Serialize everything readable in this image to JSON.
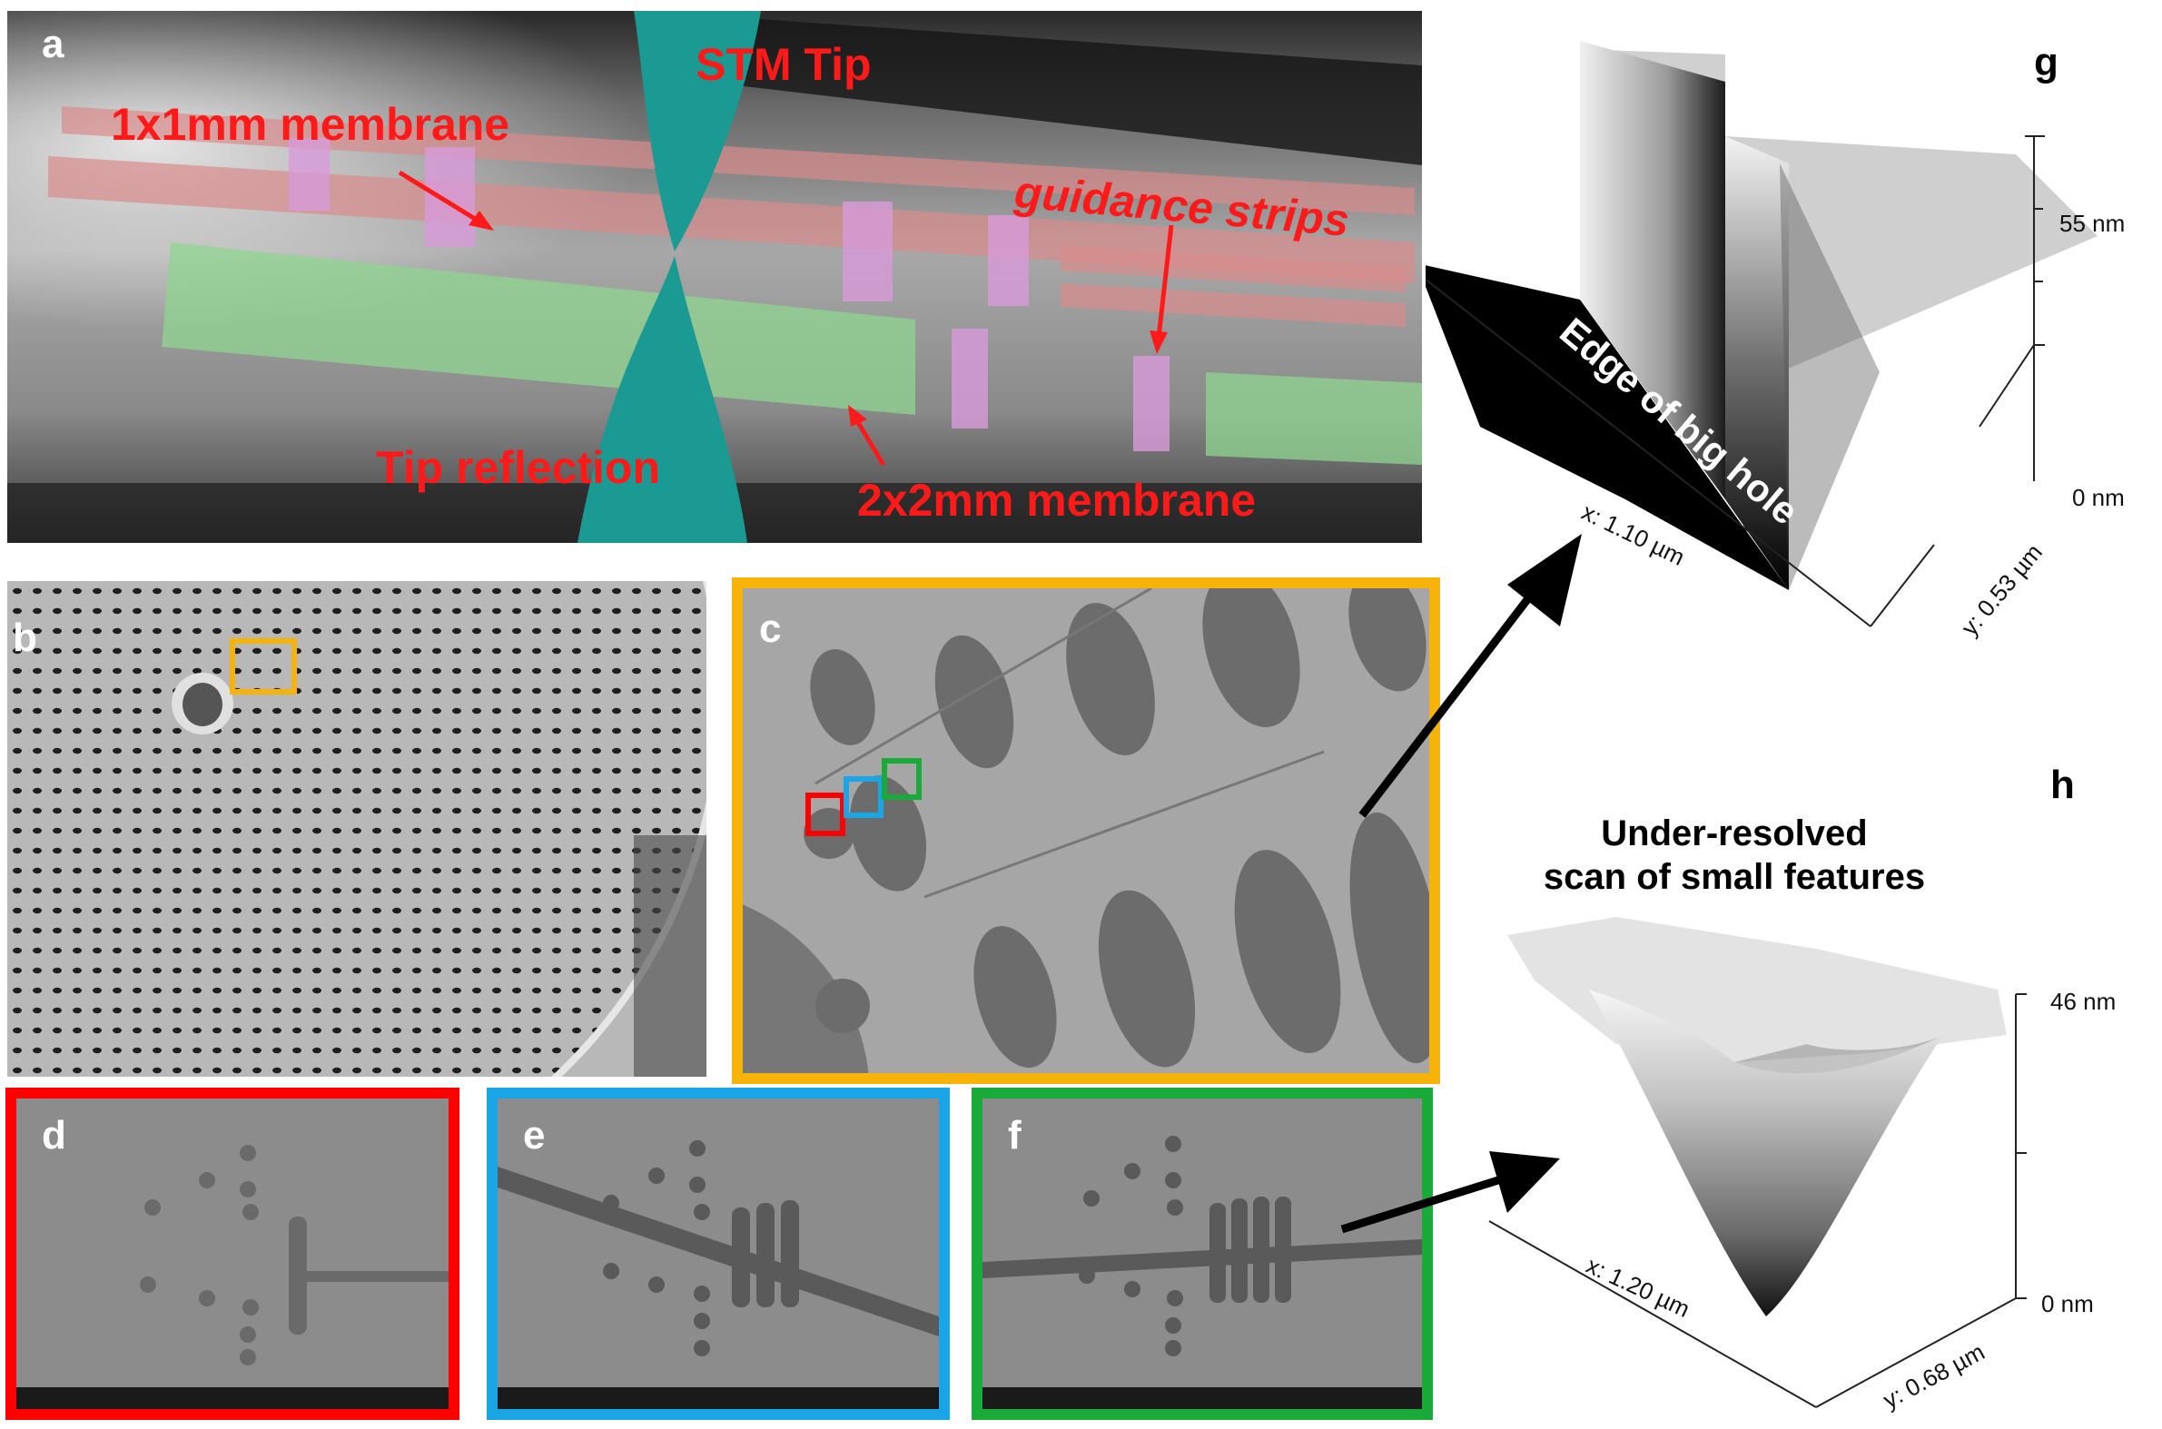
{
  "panels": {
    "a": {
      "label": "a",
      "annotations": {
        "stm_tip": "STM Tip",
        "membrane_1x1": "1x1mm membrane",
        "guidance_strips": "guidance strips",
        "tip_reflection": "Tip reflection",
        "membrane_2x2": "2x2mm membrane"
      }
    },
    "b": {
      "label": "b"
    },
    "c": {
      "label": "c"
    },
    "d": {
      "label": "d"
    },
    "e": {
      "label": "e"
    },
    "f": {
      "label": "f"
    },
    "g": {
      "label": "g",
      "annotation": "Edge of big hole",
      "z_max": "55 nm",
      "z_min": "0 nm",
      "x_axis": "x: 1.10 µm",
      "y_axis": "y: 0.53 µm"
    },
    "h": {
      "label": "h",
      "title_line1": "Under-resolved",
      "title_line2": "scan of small features",
      "z_max": "46 nm",
      "z_min": "0 nm",
      "x_axis": "x: 1.20 µm",
      "y_axis": "y: 0.68 µm"
    }
  },
  "colors": {
    "tip": "#1a9a92",
    "membrane_1x1": "#d98c8c",
    "membrane_2x2": "#8fd48f",
    "guidance": "#d89ad8",
    "frame_c": "#f7b30a",
    "frame_d": "#ff0000",
    "frame_e": "#1aa6e6",
    "frame_f": "#1aaa3a",
    "annotation": "#ff1a1a"
  }
}
